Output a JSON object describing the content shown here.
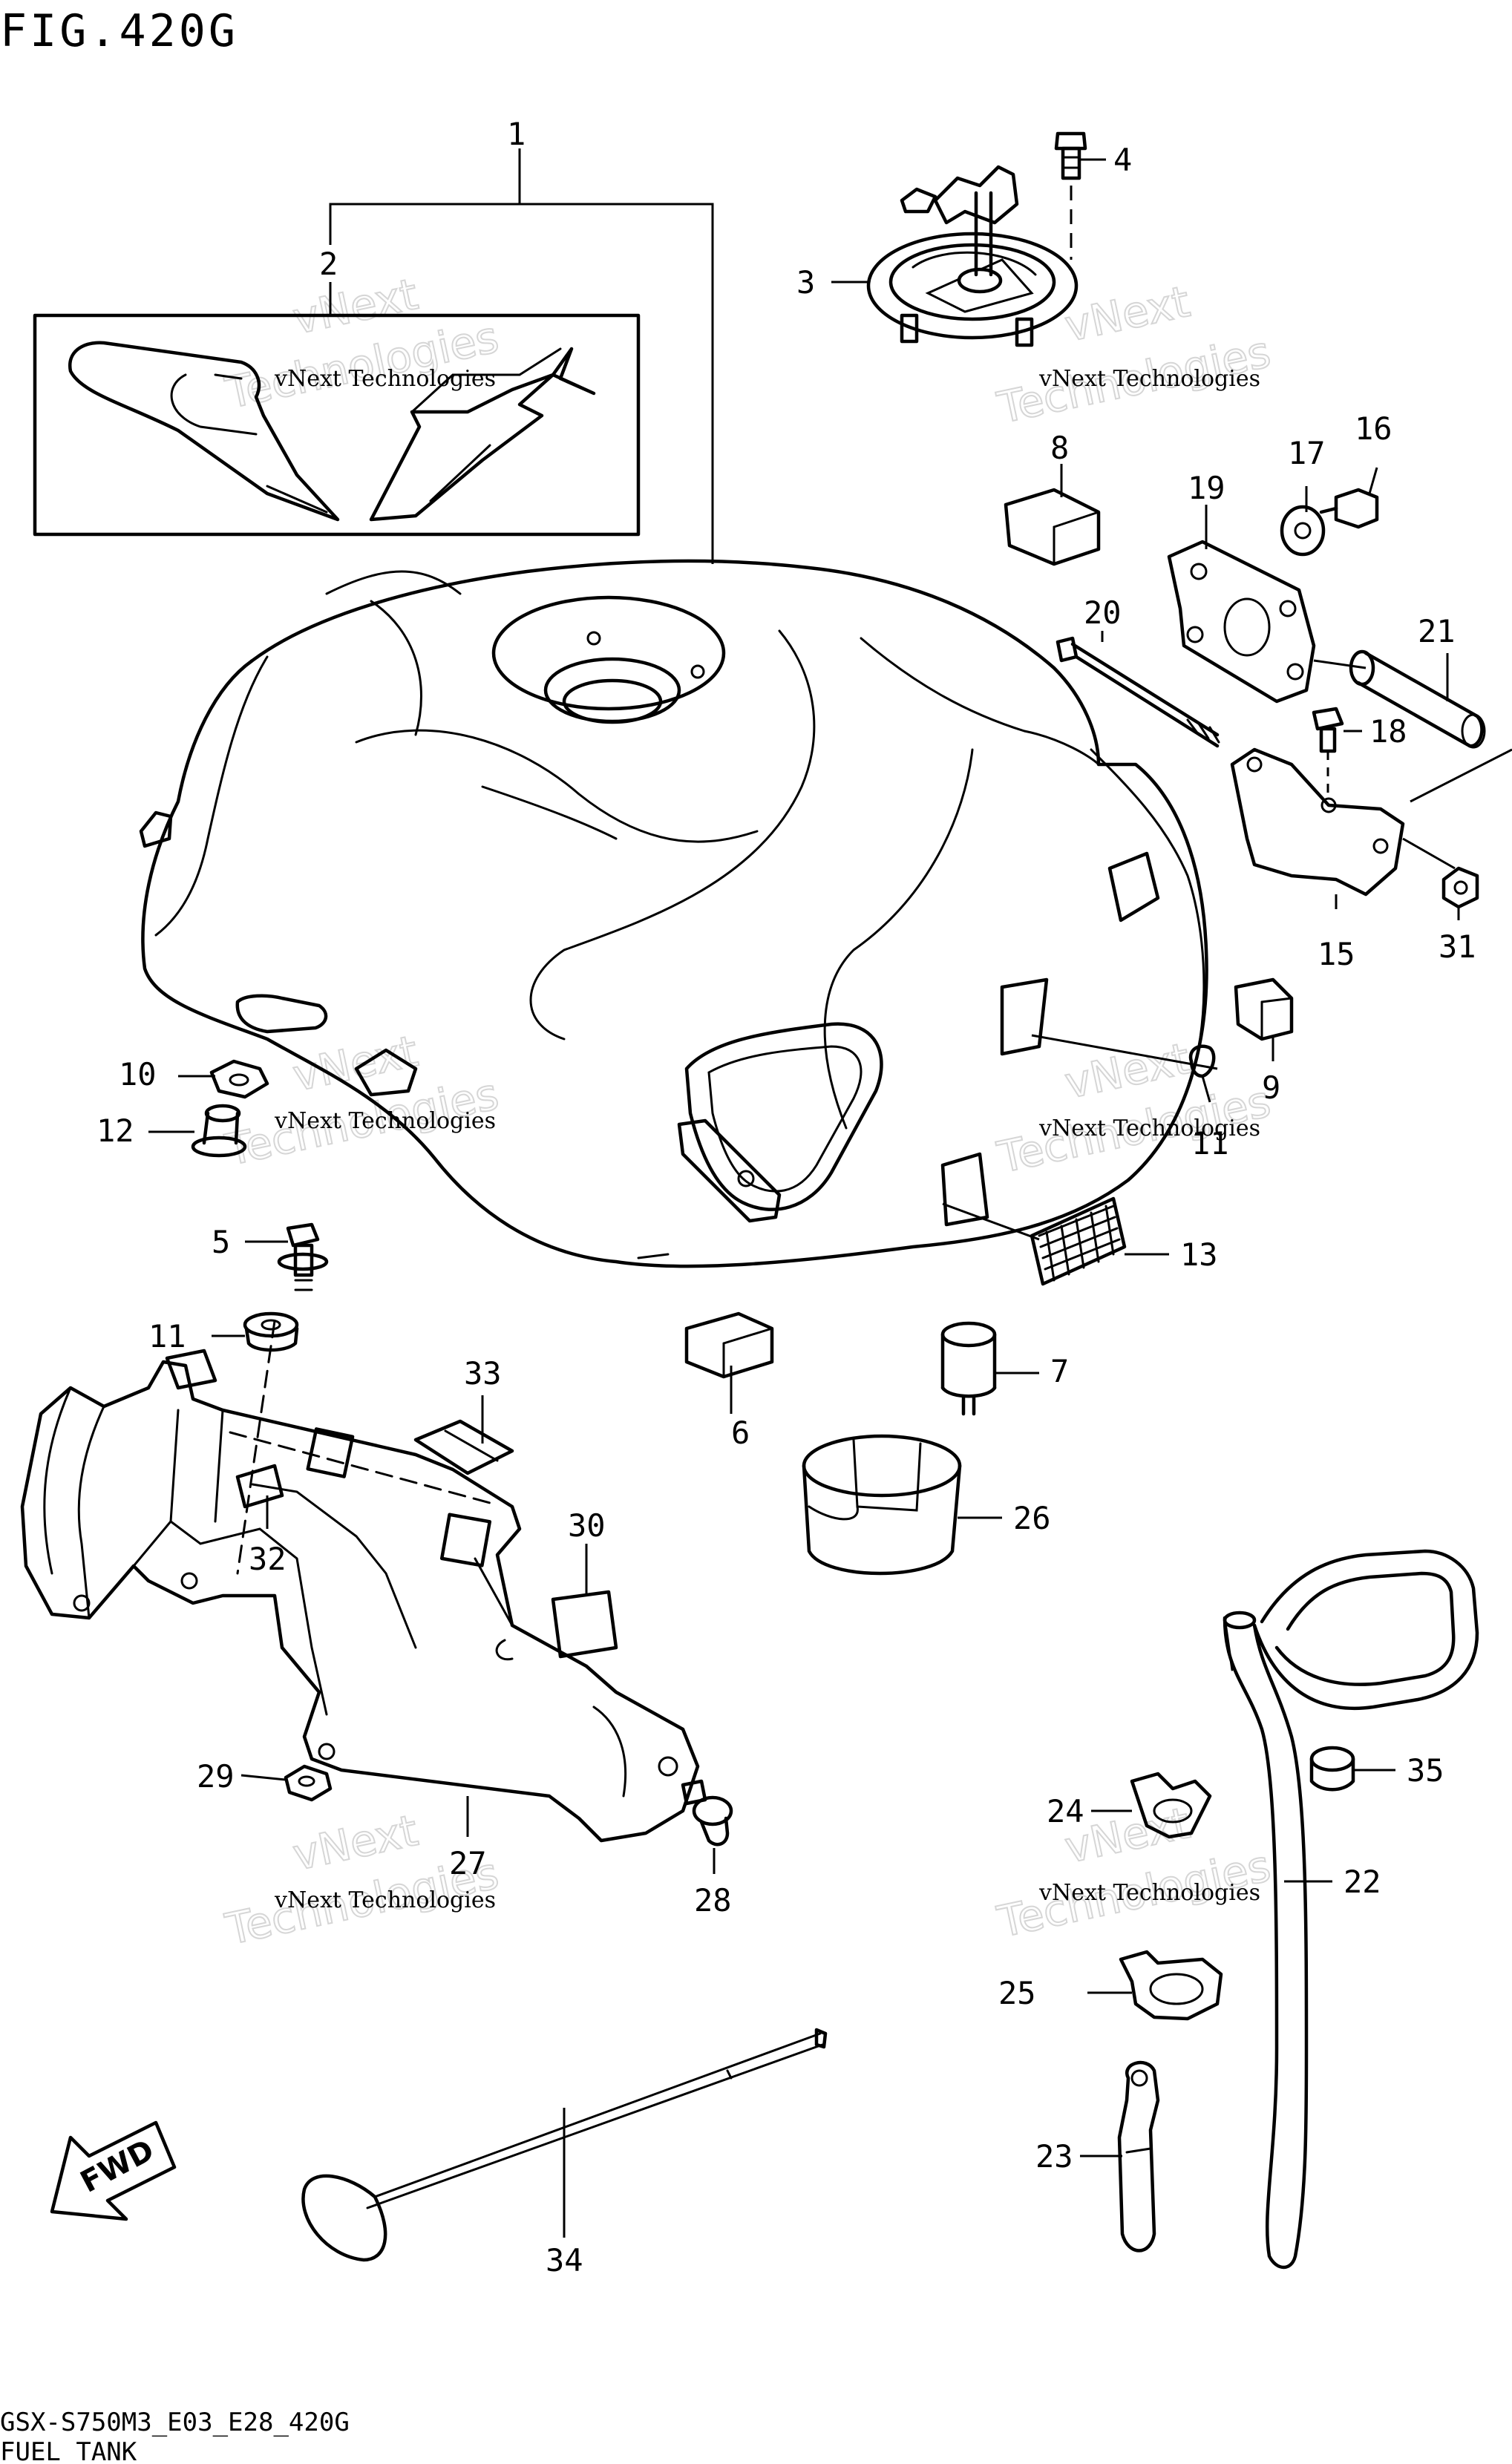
{
  "header": {
    "title": "FIG.420G"
  },
  "footer": {
    "model_code": "GSX-S750M3_E03_E28_420G",
    "section_name": "FUEL TANK"
  },
  "watermark": {
    "line1": "vNext Technologies",
    "line2": "Technologies",
    "line2_top": "vNext"
  },
  "direction_arrow": {
    "label": "FWD"
  },
  "callouts": [
    "1",
    "2",
    "3",
    "4",
    "5",
    "6",
    "7",
    "8",
    "9",
    "10",
    "11",
    "11",
    "12",
    "13",
    "15",
    "16",
    "17",
    "18",
    "19",
    "20",
    "21",
    "22",
    "23",
    "24",
    "25",
    "26",
    "27",
    "28",
    "29",
    "30",
    "31",
    "32",
    "33",
    "34",
    "35"
  ]
}
